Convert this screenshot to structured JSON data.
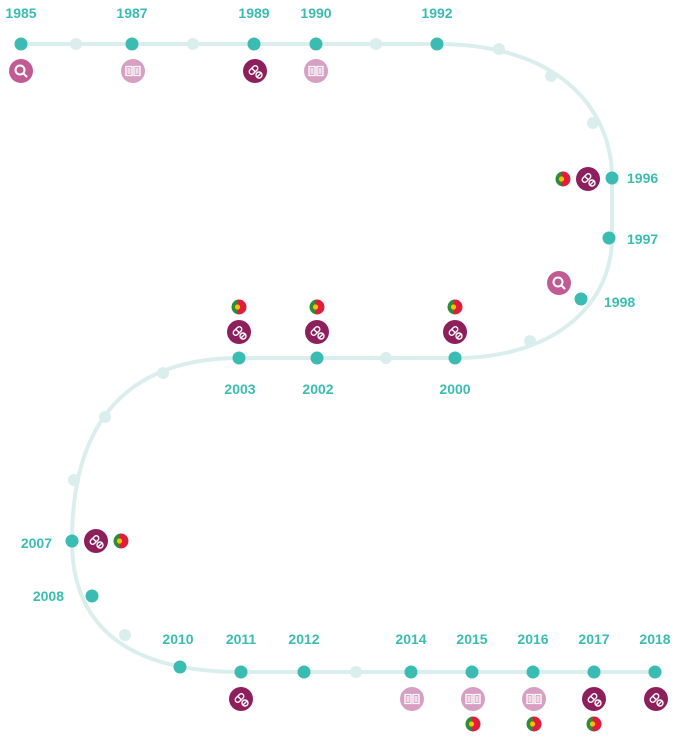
{
  "timeline": {
    "years": [
      {
        "label": "1985"
      },
      {
        "label": "1987"
      },
      {
        "label": "1989"
      },
      {
        "label": "1990"
      },
      {
        "label": "1992"
      },
      {
        "label": "1996"
      },
      {
        "label": "1997"
      },
      {
        "label": "1998"
      },
      {
        "label": "2000"
      },
      {
        "label": "2002"
      },
      {
        "label": "2003"
      },
      {
        "label": "2007"
      },
      {
        "label": "2008"
      },
      {
        "label": "2010"
      },
      {
        "label": "2011"
      },
      {
        "label": "2012"
      },
      {
        "label": "2014"
      },
      {
        "label": "2015"
      },
      {
        "label": "2016"
      },
      {
        "label": "2017"
      },
      {
        "label": "2018"
      }
    ],
    "icons": [
      {
        "type": "search-icon"
      },
      {
        "type": "book-icon"
      },
      {
        "type": "pill-icon"
      },
      {
        "type": "book-icon"
      },
      {
        "type": "pill-icon"
      },
      {
        "type": "search-icon"
      },
      {
        "type": "pill-icon"
      },
      {
        "type": "pill-icon"
      },
      {
        "type": "pill-icon"
      },
      {
        "type": "pill-icon"
      },
      {
        "type": "pill-icon"
      },
      {
        "type": "book-icon"
      },
      {
        "type": "book-icon"
      },
      {
        "type": "book-icon"
      },
      {
        "type": "pill-icon"
      },
      {
        "type": "pill-icon"
      }
    ],
    "flags": [
      {
        "type": "portugal-flag-icon"
      },
      {
        "type": "portugal-flag-icon"
      },
      {
        "type": "portugal-flag-icon"
      },
      {
        "type": "portugal-flag-icon"
      },
      {
        "type": "portugal-flag-icon"
      },
      {
        "type": "portugal-flag-icon"
      },
      {
        "type": "portugal-flag-icon"
      },
      {
        "type": "portugal-flag-icon"
      }
    ]
  },
  "colors": {
    "path": "#daeeed",
    "milestone_dot": "#3bbcb2",
    "minor_dot": "#daeeed",
    "year_text": "#3bbcb2",
    "pill_icon_bg": "#8e1f5d",
    "book_icon_bg": "#d79fc2",
    "search_icon_bg": "#c05c93",
    "flag_green": "#2e8b3a",
    "flag_red": "#e01e3c",
    "flag_yellow": "#f2c200"
  }
}
